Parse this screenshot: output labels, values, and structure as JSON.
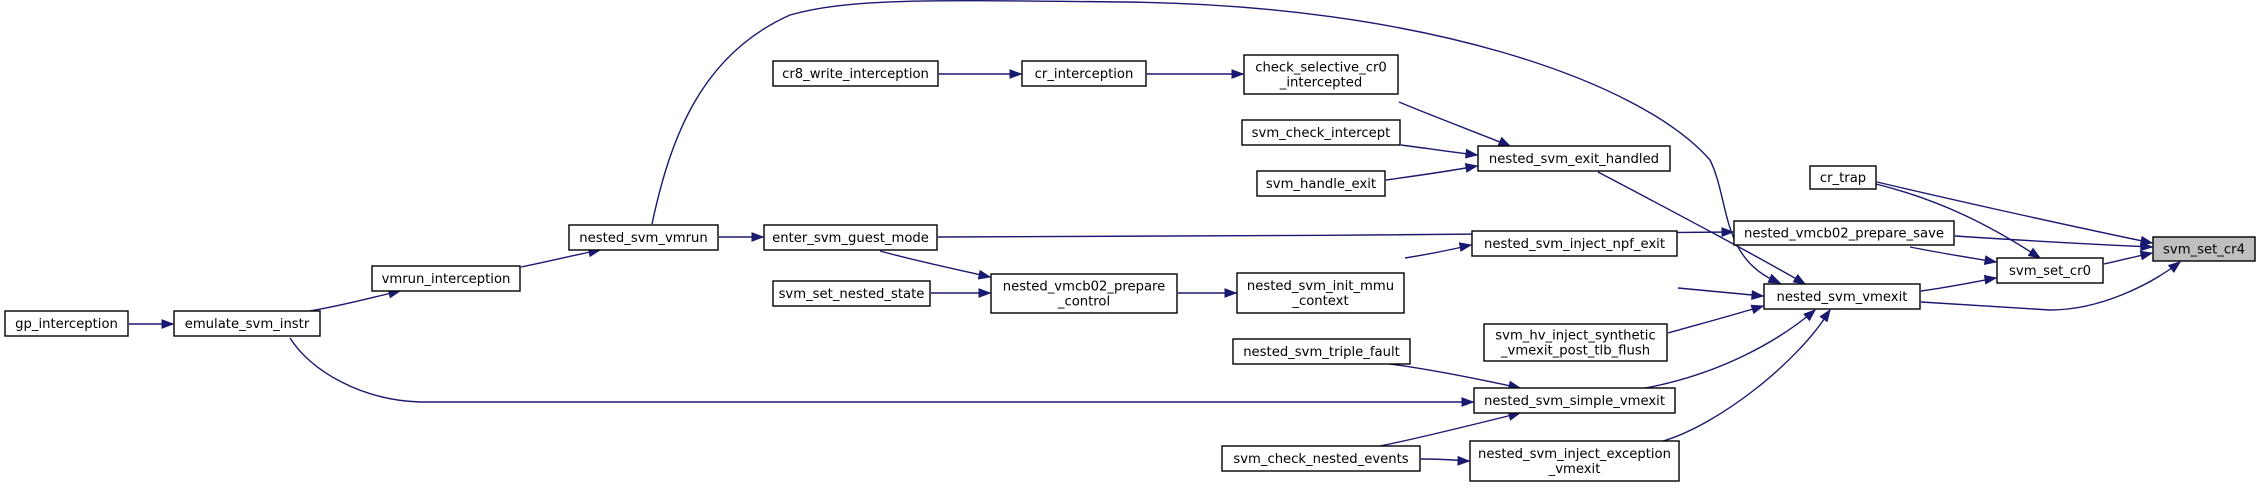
{
  "graph": {
    "nodes": [
      {
        "id": "svm_set_cr4",
        "lines": [
          "svm_set_cr4"
        ],
        "highlight": true
      },
      {
        "id": "cr_trap",
        "lines": [
          "cr_trap"
        ]
      },
      {
        "id": "nested_vmcb02_prepare_save",
        "lines": [
          "nested_vmcb02_prepare_save"
        ]
      },
      {
        "id": "svm_set_cr0",
        "lines": [
          "svm_set_cr0"
        ]
      },
      {
        "id": "nested_svm_vmexit",
        "lines": [
          "nested_svm_vmexit"
        ]
      },
      {
        "id": "enter_svm_guest_mode",
        "lines": [
          "enter_svm_guest_mode"
        ]
      },
      {
        "id": "nested_svm_exit_handled",
        "lines": [
          "nested_svm_exit_handled"
        ]
      },
      {
        "id": "nested_svm_inject_npf_exit",
        "lines": [
          "nested_svm_inject_npf_exit"
        ]
      },
      {
        "id": "svm_hv_inject_synthetic_vmexit_post_tlb_flush",
        "lines": [
          "svm_hv_inject_synthetic",
          "_vmexit_post_tlb_flush"
        ]
      },
      {
        "id": "nested_svm_simple_vmexit",
        "lines": [
          "nested_svm_simple_vmexit"
        ]
      },
      {
        "id": "nested_svm_inject_exception_vmexit",
        "lines": [
          "nested_svm_inject_exception",
          "_vmexit"
        ]
      },
      {
        "id": "nested_svm_vmrun",
        "lines": [
          "nested_svm_vmrun"
        ]
      },
      {
        "id": "nested_vmcb02_prepare_control",
        "lines": [
          "nested_vmcb02_prepare",
          "_control"
        ]
      },
      {
        "id": "svm_set_nested_state",
        "lines": [
          "svm_set_nested_state"
        ]
      },
      {
        "id": "check_selective_cr0_intercepted",
        "lines": [
          "check_selective_cr0",
          "_intercepted"
        ]
      },
      {
        "id": "svm_check_intercept",
        "lines": [
          "svm_check_intercept"
        ]
      },
      {
        "id": "svm_handle_exit",
        "lines": [
          "svm_handle_exit"
        ]
      },
      {
        "id": "cr_interception",
        "lines": [
          "cr_interception"
        ]
      },
      {
        "id": "cr8_write_interception",
        "lines": [
          "cr8_write_interception"
        ]
      },
      {
        "id": "nested_svm_init_mmu_context",
        "lines": [
          "nested_svm_init_mmu",
          "_context"
        ]
      },
      {
        "id": "nested_svm_triple_fault",
        "lines": [
          "nested_svm_triple_fault"
        ]
      },
      {
        "id": "svm_check_nested_events",
        "lines": [
          "svm_check_nested_events"
        ]
      },
      {
        "id": "vmrun_interception",
        "lines": [
          "vmrun_interception"
        ]
      },
      {
        "id": "emulate_svm_instr",
        "lines": [
          "emulate_svm_instr"
        ]
      },
      {
        "id": "gp_interception",
        "lines": [
          "gp_interception"
        ]
      }
    ],
    "edges": [
      {
        "from": "svm_set_cr4",
        "to": "cr_trap"
      },
      {
        "from": "svm_set_cr4",
        "to": "nested_vmcb02_prepare_save"
      },
      {
        "from": "svm_set_cr4",
        "to": "svm_set_cr0"
      },
      {
        "from": "svm_set_cr4",
        "to": "nested_svm_vmexit"
      },
      {
        "from": "svm_set_cr0",
        "to": "cr_trap"
      },
      {
        "from": "svm_set_cr0",
        "to": "nested_vmcb02_prepare_save"
      },
      {
        "from": "svm_set_cr0",
        "to": "nested_svm_vmexit"
      },
      {
        "from": "nested_vmcb02_prepare_save",
        "to": "enter_svm_guest_mode"
      },
      {
        "from": "nested_svm_vmexit",
        "to": "nested_svm_exit_handled"
      },
      {
        "from": "nested_svm_vmexit",
        "to": "nested_svm_inject_npf_exit"
      },
      {
        "from": "nested_svm_vmexit",
        "to": "svm_hv_inject_synthetic_vmexit_post_tlb_flush"
      },
      {
        "from": "nested_svm_vmexit",
        "to": "nested_svm_simple_vmexit"
      },
      {
        "from": "nested_svm_vmexit",
        "to": "nested_svm_inject_exception_vmexit"
      },
      {
        "from": "nested_svm_vmexit",
        "to": "nested_svm_vmrun"
      },
      {
        "from": "nested_svm_exit_handled",
        "to": "check_selective_cr0_intercepted"
      },
      {
        "from": "nested_svm_exit_handled",
        "to": "svm_check_intercept"
      },
      {
        "from": "nested_svm_exit_handled",
        "to": "svm_handle_exit"
      },
      {
        "from": "check_selective_cr0_intercepted",
        "to": "cr_interception"
      },
      {
        "from": "cr_interception",
        "to": "cr8_write_interception"
      },
      {
        "from": "enter_svm_guest_mode",
        "to": "nested_svm_vmrun"
      },
      {
        "from": "enter_svm_guest_mode",
        "to": "nested_vmcb02_prepare_control"
      },
      {
        "from": "nested_vmcb02_prepare_control",
        "to": "svm_set_nested_state"
      },
      {
        "from": "nested_svm_inject_npf_exit",
        "to": "nested_svm_init_mmu_context"
      },
      {
        "from": "nested_svm_init_mmu_context",
        "to": "nested_vmcb02_prepare_control"
      },
      {
        "from": "nested_svm_simple_vmexit",
        "to": "nested_svm_triple_fault"
      },
      {
        "from": "nested_svm_simple_vmexit",
        "to": "svm_check_nested_events"
      },
      {
        "from": "nested_svm_simple_vmexit",
        "to": "emulate_svm_instr"
      },
      {
        "from": "nested_svm_inject_exception_vmexit",
        "to": "svm_check_nested_events"
      },
      {
        "from": "nested_svm_vmrun",
        "to": "vmrun_interception"
      },
      {
        "from": "vmrun_interception",
        "to": "emulate_svm_instr"
      },
      {
        "from": "emulate_svm_instr",
        "to": "gp_interception"
      }
    ],
    "colors": {
      "edge": "#191970",
      "node_border": "#000000",
      "highlight_fill": "#bfbfbf",
      "background": "#ffffff"
    }
  }
}
